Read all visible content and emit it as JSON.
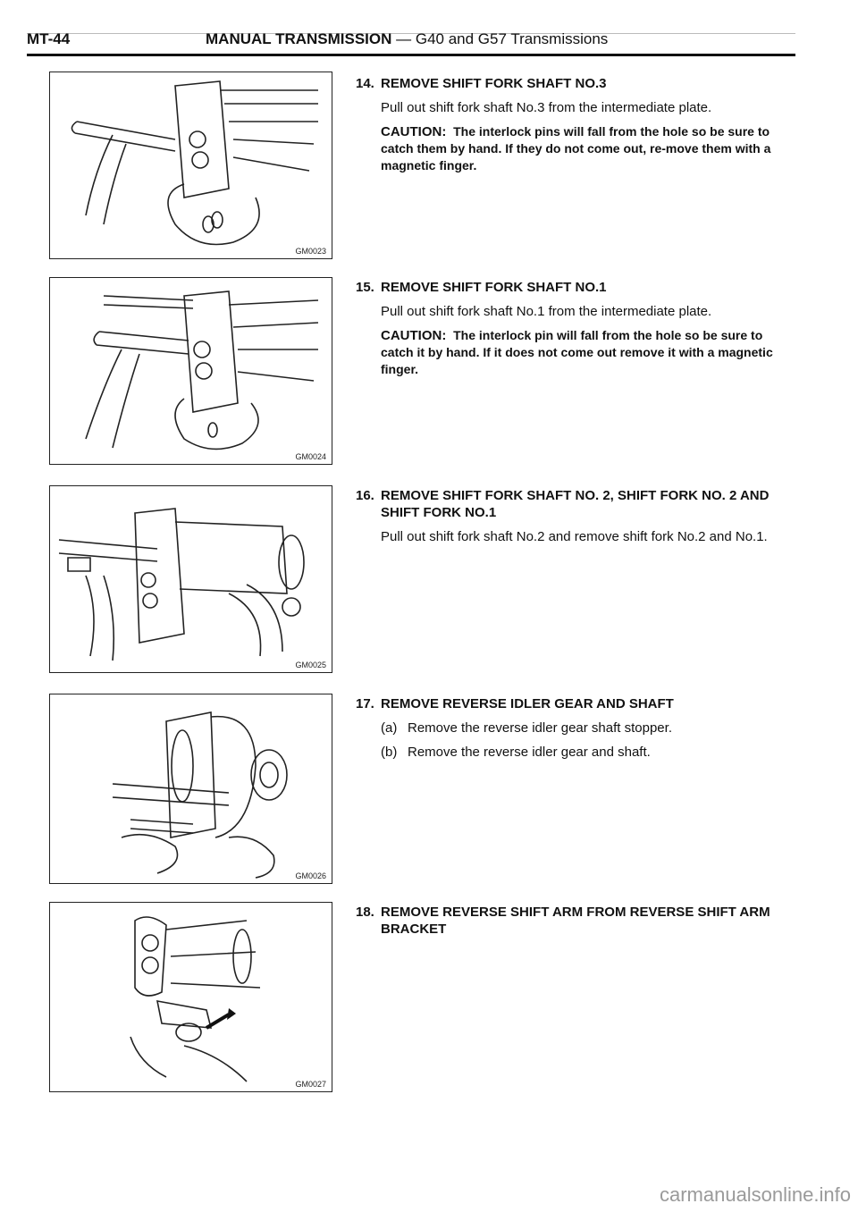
{
  "header": {
    "page_no": "MT-44",
    "title_bold": "MANUAL TRANSMISSION",
    "title_rest": " — G40 and G57 Transmissions"
  },
  "figures": [
    {
      "code": "GM0023"
    },
    {
      "code": "GM0024"
    },
    {
      "code": "GM0025"
    },
    {
      "code": "GM0026"
    },
    {
      "code": "GM0027"
    }
  ],
  "steps": {
    "s14": {
      "num": "14.",
      "title": "REMOVE SHIFT FORK SHAFT NO.3",
      "text": "Pull out shift fork shaft No.3 from the intermediate plate.",
      "caution_label": "CAUTION:",
      "caution_text": "The interlock pins will fall from the hole so be sure to catch them by hand. If they do not come out, re-move them with a magnetic finger."
    },
    "s15": {
      "num": "15.",
      "title": "REMOVE SHIFT FORK SHAFT NO.1",
      "text": "Pull out shift fork shaft No.1 from the intermediate plate.",
      "caution_label": "CAUTION:",
      "caution_text": "The interlock pin will fall from the hole so be sure to catch it by hand. If it does not come out remove it with a magnetic finger."
    },
    "s16": {
      "num": "16.",
      "title": "REMOVE SHIFT FORK SHAFT NO. 2, SHIFT FORK NO. 2 AND SHIFT FORK NO.1",
      "text": "Pull out shift fork shaft No.2 and remove shift fork No.2 and No.1."
    },
    "s17": {
      "num": "17.",
      "title": "REMOVE REVERSE IDLER GEAR AND SHAFT",
      "a_label": "(a)",
      "a_text": "Remove the reverse idler gear shaft stopper.",
      "b_label": "(b)",
      "b_text": "Remove the reverse idler gear and shaft."
    },
    "s18": {
      "num": "18.",
      "title": "REMOVE REVERSE SHIFT ARM FROM REVERSE SHIFT ARM BRACKET"
    }
  },
  "watermark": "carmanualsonline.info"
}
